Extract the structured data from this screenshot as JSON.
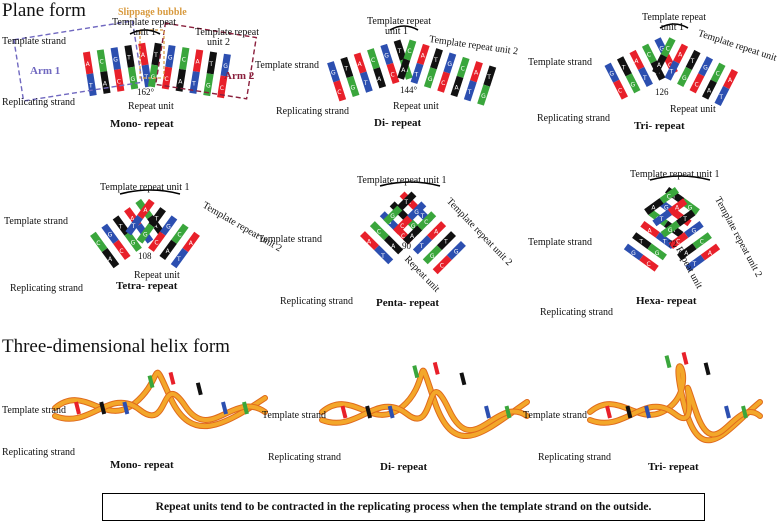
{
  "titles": {
    "plane": "Plane form",
    "helix": "Three-dimensional helix form"
  },
  "labels": {
    "template_strand": "Template strand",
    "replicating_strand": "Replicating strand",
    "repeat_unit": "Repeat unit",
    "template_repeat_unit_1": "Template repeat unit 1",
    "template_repeat_unit_2": "Template repeat unit 2",
    "template_repeat": "Template repeat",
    "unit_1": "unit 1",
    "unit_2": "unit 2",
    "slippage_bubble": "Slippage bubble",
    "arm_1": "Arm 1",
    "arm_2": "Arm 2"
  },
  "angles": [
    "162°",
    "144°",
    "126",
    "108",
    "90",
    "72"
  ],
  "panels": [
    "Mono- repeat",
    "Di- repeat",
    "Tri- repeat",
    "Tetra- repeat",
    "Penta- repeat",
    "Hexa- repeat"
  ],
  "helix_panels": [
    "Mono- repeat",
    "Di- repeat",
    "Tri- repeat"
  ],
  "bases": [
    "A",
    "T",
    "G",
    "C"
  ],
  "note": "Repeat units tend to be contracted in the replicating process when the template strand on the outside.",
  "colors": {
    "red": "#e8202a",
    "green": "#3aa63c",
    "blue": "#2c4fb0",
    "black": "#111111",
    "arm1": "#7068c0",
    "arm2": "#8a1f3c",
    "bubble": "#d89a3e",
    "helix": "#f3a72a",
    "helix_edge": "#e06a1c"
  }
}
